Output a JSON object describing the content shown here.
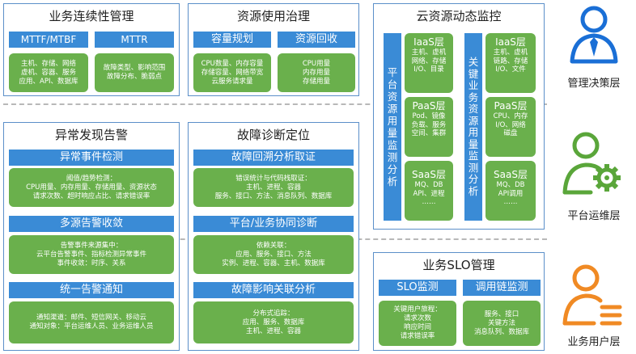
{
  "colors": {
    "blue": "#3a8bd6",
    "green": "#6ab04c",
    "border": "#5b8fc9",
    "orange": "#f08a24",
    "role_blue": "#1a6fd6",
    "role_green": "#5aa63a"
  },
  "continuity": {
    "title": "业务连续性管理",
    "left_head": "MTTF/MTBF",
    "right_head": "MTTR",
    "left_lines": [
      "主机、存储、网络",
      "虚机、容器、服务",
      "应用、API、数据库"
    ],
    "right_lines": [
      "故障类型、影响范围",
      "故障分布、脆弱点"
    ]
  },
  "governance": {
    "title": "资源使用治理",
    "left_head": "容量规划",
    "right_head": "资源回收",
    "left_lines": [
      "CPU数量、内存容量",
      "存储容量、网络带宽",
      "云服务请求量"
    ],
    "right_lines": [
      "CPU用量",
      "内存用量",
      "存储用量"
    ]
  },
  "cloud_monitor": {
    "title": "云资源动态监控",
    "left_vertical": [
      "平",
      "台",
      "资",
      "源",
      "用",
      "量",
      "监",
      "测",
      "分",
      "析"
    ],
    "right_vertical": [
      "关",
      "键",
      "业",
      "务",
      "资",
      "源",
      "用",
      "量",
      "监",
      "测",
      "分",
      "析"
    ],
    "left_layers": [
      {
        "name": "IaaS层",
        "lines": [
          "主机、虚机",
          "网络、存储",
          "I/O、目录"
        ]
      },
      {
        "name": "PaaS层",
        "lines": [
          "Pod、镜像",
          "负载、服务",
          "空间、集群"
        ]
      },
      {
        "name": "SaaS层",
        "lines": [
          "MQ、DB",
          "API、进程"
        ]
      }
    ],
    "right_layers": [
      {
        "name": "IaaS层",
        "lines": [
          "主机、虚机",
          "链路、存储",
          "I/O、文件"
        ]
      },
      {
        "name": "PaaS层",
        "lines": [
          "CPU、内存",
          "I/O、网络",
          "磁盘"
        ]
      },
      {
        "name": "SaaS层",
        "lines": [
          "MQ、DB",
          "API调用"
        ]
      }
    ],
    "ellipsis": "……"
  },
  "alarm": {
    "title": "异常发现告警",
    "sections": [
      {
        "head": "异常事件检测",
        "lines": [
          "阈值/趋势检测：",
          "CPU用量、内存用量、存储用量、资源状态",
          "请求次数、超时响应占比、请求错误率"
        ]
      },
      {
        "head": "多源告警收敛",
        "lines": [
          "告警事件来源集中：",
          "云平台告警事件、指标检测异常事件",
          "事件收敛：时序、关系"
        ]
      },
      {
        "head": "统一告警通知",
        "lines": [
          "通知渠道：邮件、短信网关、移动云",
          "通知对象：平台运维人员、业务运维人员"
        ]
      }
    ]
  },
  "diagnosis": {
    "title": "故障诊断定位",
    "sections": [
      {
        "head": "故障回溯分析取证",
        "lines": [
          "错误统计与代码栈取证：",
          "主机、进程、容器",
          "服务、接口、方法、消息队列、数据库"
        ]
      },
      {
        "head": "平台/业务协同诊断",
        "lines": [
          "依赖关联：",
          "应用、服务、接口、方法",
          "实例、进程、容器、主机、数据库"
        ]
      },
      {
        "head": "故障影响关联分析",
        "lines": [
          "分布式追踪：",
          "应用、服务、数据库",
          "主机、进程、容器"
        ]
      }
    ]
  },
  "slo": {
    "title": "业务SLO管理",
    "left_head": "SLO监测",
    "right_head": "调用链监测",
    "left_lines": [
      "关键用户旅程：",
      "请求次数",
      "响应时间",
      "请求错误率"
    ],
    "right_lines": [
      "服务、接口",
      "关键方法",
      "消息队列、数据库"
    ]
  },
  "roles": [
    {
      "label": "管理决策层",
      "icon": "manager-icon"
    },
    {
      "label": "平台运维层",
      "icon": "ops-engineer-icon"
    },
    {
      "label": "业务用户层",
      "icon": "business-user-icon"
    }
  ]
}
